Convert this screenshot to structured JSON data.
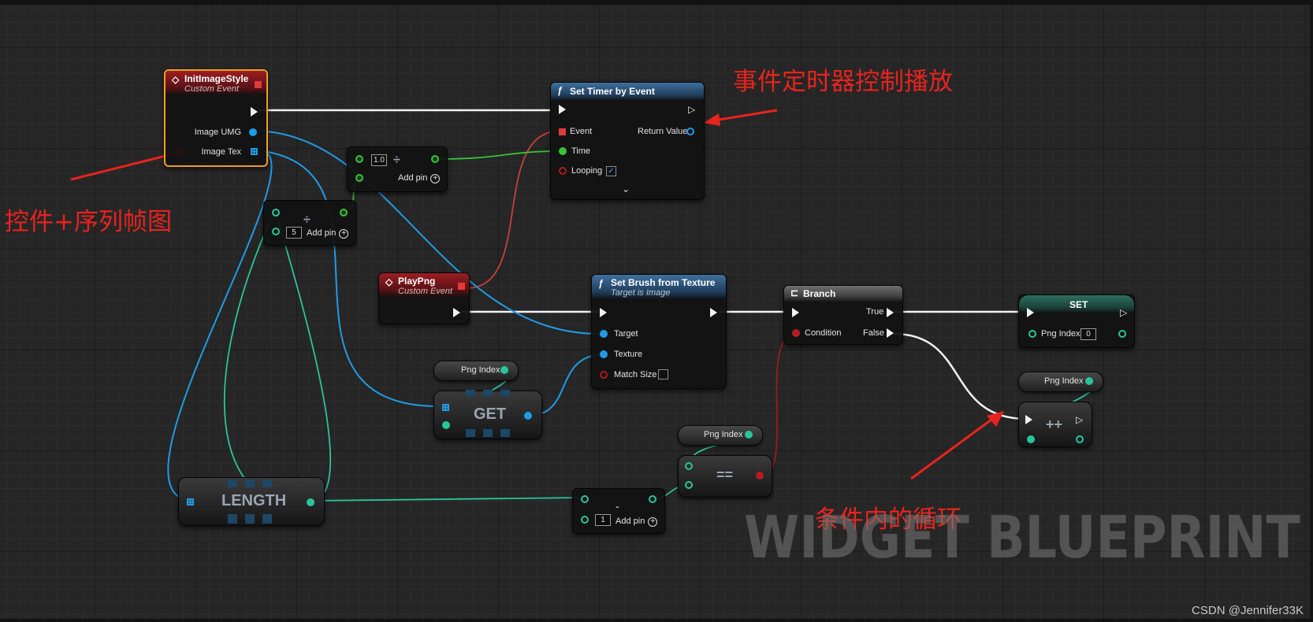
{
  "nodes": {
    "init_event": {
      "title": "InitImageStyle",
      "subtitle": "Custom Event",
      "pin_image_umg": "Image UMG",
      "pin_image_tex": "Image Tex"
    },
    "divide_top": {
      "value": "1.0",
      "op": "÷",
      "add_pin": "Add pin"
    },
    "divide_left": {
      "value": "5",
      "op": "÷",
      "add_pin": "Add pin"
    },
    "set_timer": {
      "title": "Set Timer by Event",
      "pin_event": "Event",
      "pin_return": "Return Value",
      "pin_time": "Time",
      "pin_looping": "Looping",
      "looping_checked": "✓"
    },
    "play_png": {
      "title": "PlayPng",
      "subtitle": "Custom Event"
    },
    "set_brush": {
      "title": "Set Brush from Texture",
      "subtitle": "Target is Image",
      "pin_target": "Target",
      "pin_texture": "Texture",
      "pin_match_size": "Match Size"
    },
    "branch": {
      "title": "Branch",
      "pin_condition": "Condition",
      "pin_true": "True",
      "pin_false": "False"
    },
    "set_var": {
      "title": "SET",
      "pin_label": "Png Index",
      "value": "0"
    },
    "get_png_index_1": {
      "label": "Png Index"
    },
    "get_png_index_2": {
      "label": "Png Index"
    },
    "get_png_index_3": {
      "label": "Png Index"
    },
    "get_array": {
      "label": "GET"
    },
    "length_node": {
      "label": "LENGTH"
    },
    "equals_node": {
      "label": "=="
    },
    "subtract_node": {
      "op": "-",
      "value": "1",
      "add_pin": "Add pin"
    },
    "increment_node": {
      "label": "++"
    }
  },
  "annotations": {
    "timer_note": "事件定时器控制播放",
    "widget_note": "控件+序列帧图",
    "loop_note": "条件内的循环"
  },
  "watermark": "WIDGET BLUEPRINT",
  "credit": "CSDN @Jennifer33K",
  "colors": {
    "exec": "#f2f2f2",
    "object": "#1f9be6",
    "float": "#38c23a",
    "integer": "#29c59a",
    "bool": "#b01c1c",
    "delegate": "#e23a3a",
    "annotation": "#e8231e",
    "selection": "#f0a020"
  }
}
